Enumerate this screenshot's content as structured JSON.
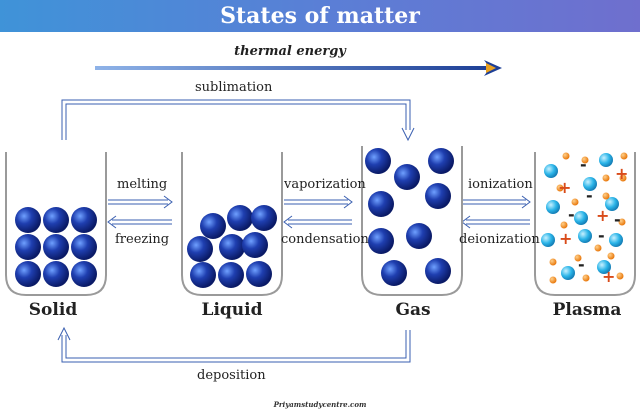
{
  "title": "States of matter",
  "thermal_energy": "thermal energy",
  "transitions": {
    "sublimation": "sublimation",
    "melting": "melting",
    "freezing": "freezing",
    "vaporization": "vaporization",
    "condensation": "condensation",
    "ionization": "ionization",
    "deionization": "deionization",
    "deposition": "deposition"
  },
  "states": [
    "Solid",
    "Liquid",
    "Gas",
    "Plasma"
  ],
  "plasma_signs": [
    "-",
    "+",
    "-",
    "-",
    "+",
    "-",
    "+",
    "-",
    "+",
    "-",
    "+"
  ],
  "credit": "Priyamstudycentre.com",
  "colors": {
    "banner_start": "#3f93d8",
    "banner_end": "#6f6fce",
    "atom": "#1f3fb0",
    "ion": "#2ab4e8",
    "electron": "#f08a1a",
    "arrow": "#3a5fb0"
  }
}
